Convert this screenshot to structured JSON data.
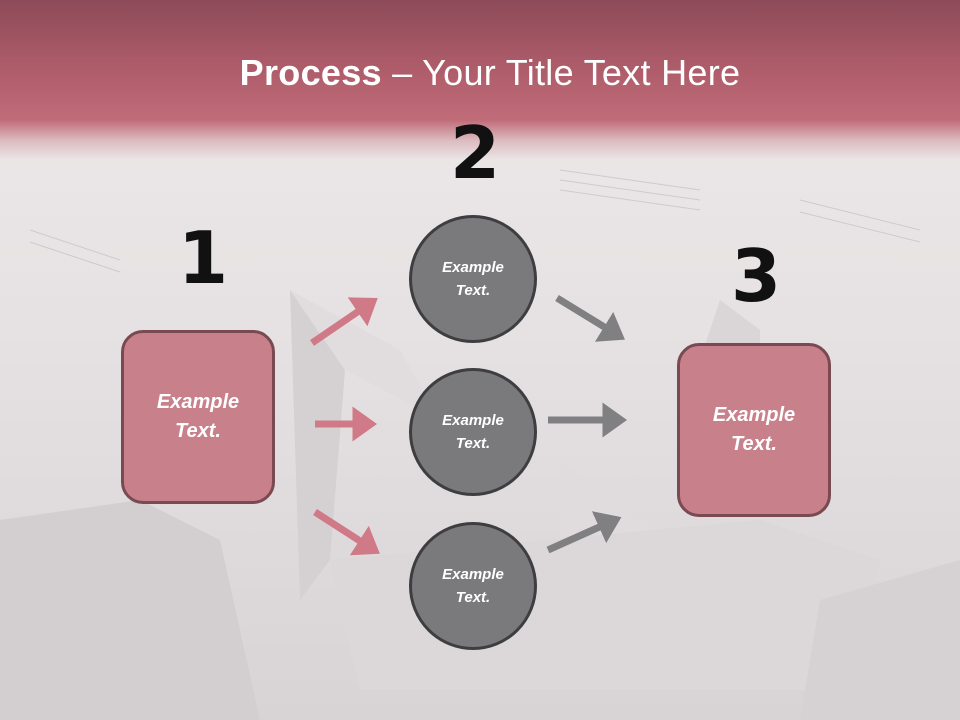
{
  "title": {
    "bold": "Process",
    "rest": " – Your Title Text Here"
  },
  "steps": {
    "one": {
      "number": "1",
      "text": "Example Text."
    },
    "two": {
      "number": "2"
    },
    "three": {
      "number": "3",
      "text": "Example Text."
    }
  },
  "circles": [
    {
      "text": "Example Text."
    },
    {
      "text": "Example Text."
    },
    {
      "text": "Example Text."
    }
  ],
  "colors": {
    "header": "#b05d6b",
    "box_fill": "#c8808b",
    "box_border": "#7a4a52",
    "circle_fill": "#7a7a7c",
    "circle_border": "#3e3e40",
    "pink_arrow": "#d07a87",
    "gray_arrow": "#808082"
  }
}
